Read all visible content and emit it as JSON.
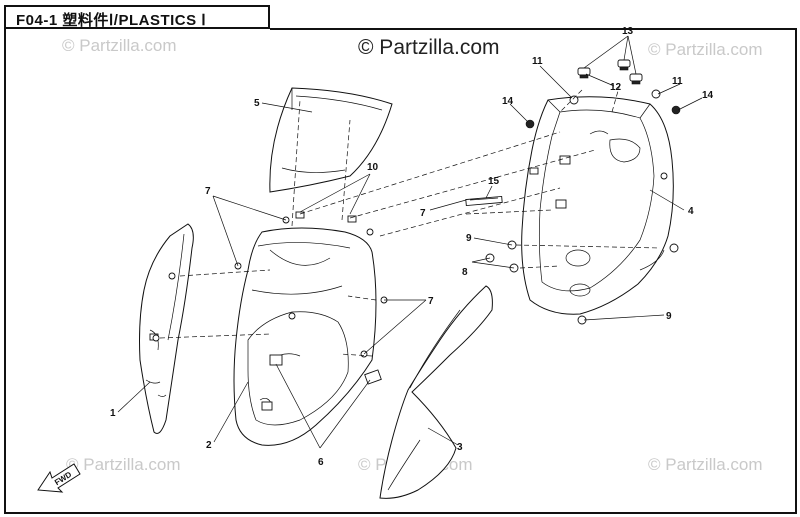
{
  "header": {
    "title": "F04-1  塑料件Ⅰ/PLASTICS  Ⅰ"
  },
  "watermarks": {
    "main": "© Partzilla.com",
    "faint": "© Partzilla.com"
  },
  "callouts": {
    "c1": "1",
    "c2": "2",
    "c3": "3",
    "c4": "4",
    "c5": "5",
    "c6": "6",
    "c7a": "7",
    "c7b": "7",
    "c7c": "7",
    "c8": "8",
    "c9a": "9",
    "c9b": "9",
    "c10": "10",
    "c11a": "11",
    "c11b": "11",
    "c12": "12",
    "c13": "13",
    "c14a": "14",
    "c14b": "14",
    "c15": "15"
  },
  "fwd_label": "FWD",
  "colors": {
    "line": "#111111",
    "watermark": "#c9c9c9"
  }
}
